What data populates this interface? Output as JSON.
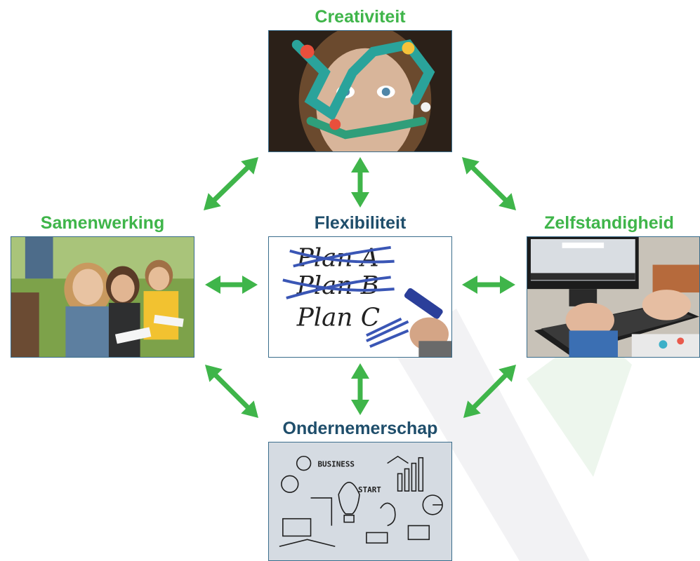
{
  "colors": {
    "green": "#3fb54a",
    "navy": "#1f4e6b",
    "arrow": "#3fb54a",
    "watermark": "#eef6ee"
  },
  "nodes": {
    "top": {
      "label": "Creativiteit",
      "image": "creativity-photo"
    },
    "left": {
      "label": "Samenwerking",
      "image": "teamwork-photo"
    },
    "center": {
      "label": "Flexibiliteit",
      "image": "plan-abc-photo"
    },
    "right": {
      "label": "Zelfstandigheid",
      "image": "keyboard-photo"
    },
    "bottom": {
      "label": "Ondernemerschap",
      "image": "business-sketch-photo"
    }
  },
  "plan_text": [
    "Plan A",
    "Plan B",
    "Plan C"
  ],
  "sketch_words": [
    "BUSINESS",
    "START"
  ],
  "arrow_style": "double-headed"
}
